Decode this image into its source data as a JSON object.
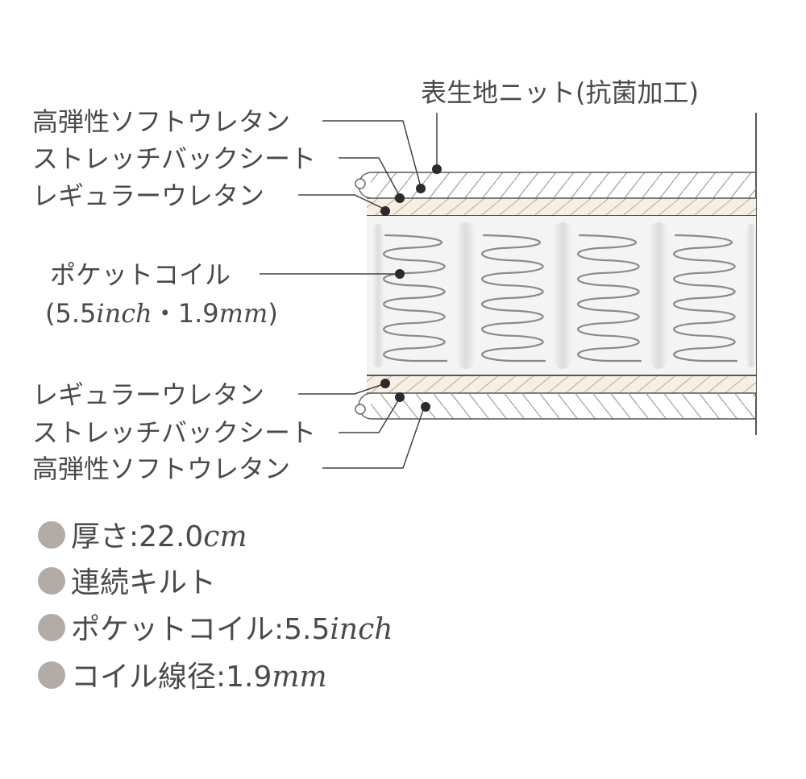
{
  "labels": {
    "top_knit": "表生地ニット(抗菌加工)",
    "top_soft_urethane": "高弾性ソフトウレタン",
    "top_stretch_sheet": "ストレッチバックシート",
    "top_regular_urethane": "レギュラーウレタン",
    "pocket_coil": "ポケットコイル",
    "pocket_coil_spec_open": "(5.5",
    "pocket_coil_spec_inch": "inch",
    "pocket_coil_spec_mid": "・1.9",
    "pocket_coil_spec_mm": "mm",
    "pocket_coil_spec_close": ")",
    "bottom_regular_urethane": "レギュラーウレタン",
    "bottom_stretch_sheet": "ストレッチバックシート",
    "bottom_soft_urethane": "高弾性ソフトウレタン"
  },
  "specs": [
    {
      "label": "厚さ:",
      "value": "22.0",
      "unit": "cm"
    },
    {
      "label": "連続キルト",
      "value": "",
      "unit": ""
    },
    {
      "label": "ポケットコイル:",
      "value": "5.5",
      "unit": "inch"
    },
    {
      "label": "コイル線径:",
      "value": "1.9",
      "unit": "mm"
    }
  ],
  "colors": {
    "text": "#4a4a4a",
    "bullet": "#b3aba5",
    "line": "#444444",
    "urethane_fill": "#f6efe3",
    "coil_bg": "#f2f2f2",
    "coil_divider": "#e4e4e4",
    "hatch": "#9a9a9a"
  }
}
